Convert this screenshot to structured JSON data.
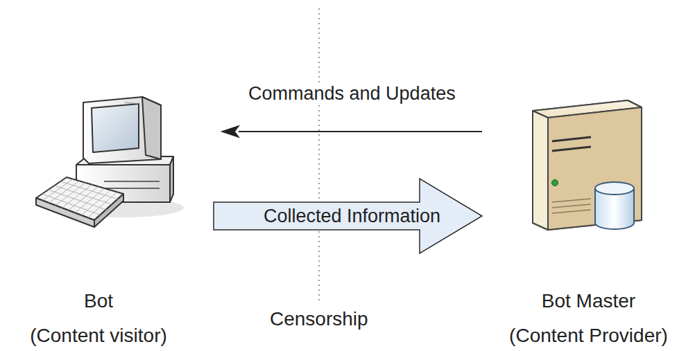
{
  "diagram": {
    "nodes": [
      {
        "text": [
          "Bot",
          "(Content visitor)"
        ]
      },
      {
        "text": [
          "Bot Master",
          "(Content Provider)"
        ]
      }
    ],
    "edges": [
      {
        "from": 1,
        "to": 0,
        "arrow": "to",
        "label": "Commands and Updates"
      },
      {
        "from": 0,
        "to": 1,
        "arrow": "to",
        "label": "Collected Information"
      }
    ],
    "labels": [
      "Censorship"
    ]
  }
}
